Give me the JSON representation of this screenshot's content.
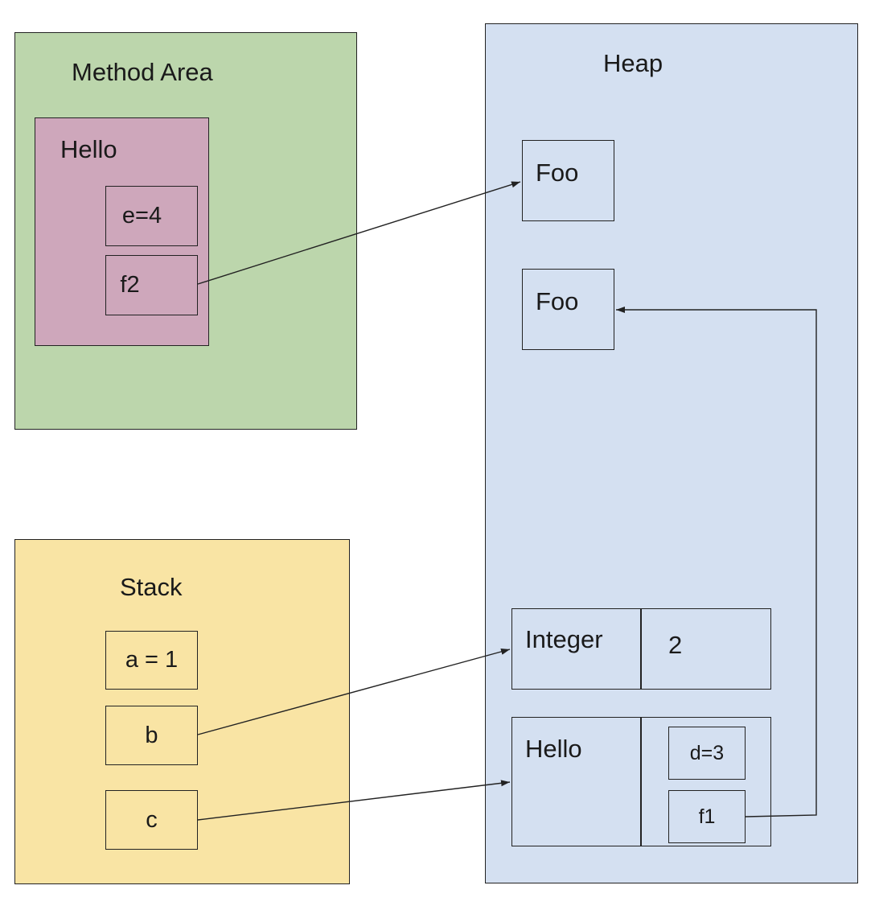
{
  "method_area": {
    "title": "Method Area",
    "color": "#bcd6ac",
    "class_box": {
      "title": "Hello",
      "color": "#cea7bb",
      "fields": [
        "e=4",
        "f2"
      ]
    }
  },
  "heap": {
    "title": "Heap",
    "color": "#d4e0f1",
    "objects": {
      "foo_1": "Foo",
      "foo_2": "Foo",
      "integer": {
        "type": "Integer",
        "value": "2"
      },
      "hello": {
        "type": "Hello",
        "fields": [
          "d=3",
          "f1"
        ]
      }
    }
  },
  "stack": {
    "title": "Stack",
    "color": "#f9e4a4",
    "vars": [
      "a = 1",
      "b",
      "c"
    ]
  }
}
